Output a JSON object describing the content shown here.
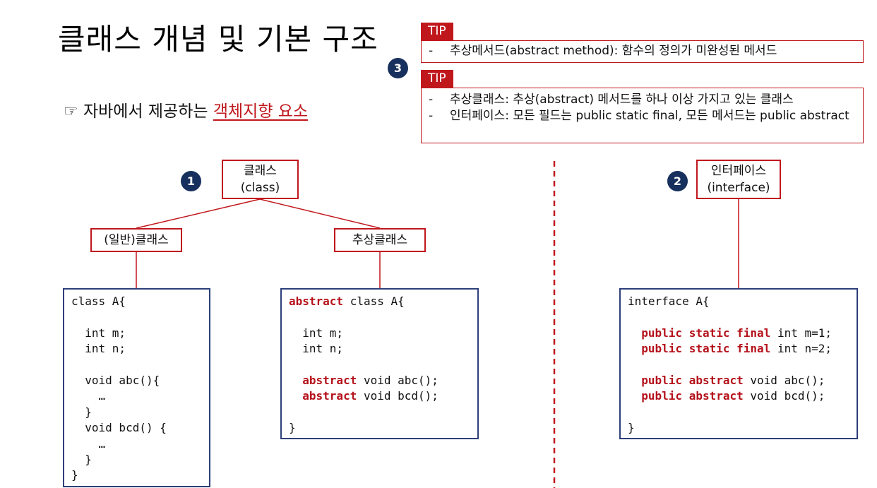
{
  "title": "클래스 개념 및 기본 구조",
  "subtitle": {
    "bullet": "☞",
    "prefix": "자바에서 제공하는",
    "highlight": "객체지향 요소"
  },
  "tips": [
    {
      "label": "TIP",
      "lines": [
        "추상메서드(abstract method): 함수의 정의가 미완성된 메서드"
      ]
    },
    {
      "label": "TIP",
      "lines": [
        "추상클래스: 추상(abstract) 메서드를 하나 이상 가지고 있는 클래스",
        "인터페이스: 모든 필드는 public static final, 모든 메서드는 public abstract"
      ]
    }
  ],
  "tip_dash": "-",
  "badges": {
    "one": "1",
    "two": "2",
    "three": "3"
  },
  "nodes": {
    "class": {
      "line1": "클래스",
      "line2": "(class)"
    },
    "general": "(일반)클래스",
    "abstract": "추상클래스",
    "interface": {
      "line1": "인터페이스",
      "line2": "(interface)"
    }
  },
  "code_blocks": {
    "general": [
      [
        "class A{"
      ],
      [],
      [
        "  int m;"
      ],
      [
        "  int n;"
      ],
      [],
      [
        "  void abc(){"
      ],
      [
        "    …"
      ],
      [
        "  }"
      ],
      [
        "  void bcd() {"
      ],
      [
        "    …"
      ],
      [
        "  }"
      ],
      [
        "}"
      ]
    ],
    "abstract": [
      [
        {
          "k": "abstract"
        },
        " class A{"
      ],
      [],
      [
        "  int m;"
      ],
      [
        "  int n;"
      ],
      [],
      [
        "  ",
        {
          "k": "abstract"
        },
        " void abc();"
      ],
      [
        "  ",
        {
          "k": "abstract"
        },
        " void bcd();"
      ],
      [],
      [
        "}"
      ]
    ],
    "interface": [
      [
        "interface A{"
      ],
      [],
      [
        "  ",
        {
          "k": "public"
        },
        " ",
        {
          "k": "static"
        },
        " ",
        {
          "k": "final"
        },
        " int m=1;"
      ],
      [
        "  ",
        {
          "k": "public"
        },
        " ",
        {
          "k": "static"
        },
        " ",
        {
          "k": "final"
        },
        " int n=2;"
      ],
      [],
      [
        "  ",
        {
          "k": "public"
        },
        " ",
        {
          "k": "abstract"
        },
        " void abc();"
      ],
      [
        "  ",
        {
          "k": "public"
        },
        " ",
        {
          "k": "abstract"
        },
        " void bcd();"
      ],
      [],
      [
        "}"
      ]
    ]
  },
  "colors": {
    "accent_red": "#c0171d",
    "badge_navy": "#17305d",
    "code_border": "#2d3f7a",
    "keyword": "#b5121b"
  }
}
